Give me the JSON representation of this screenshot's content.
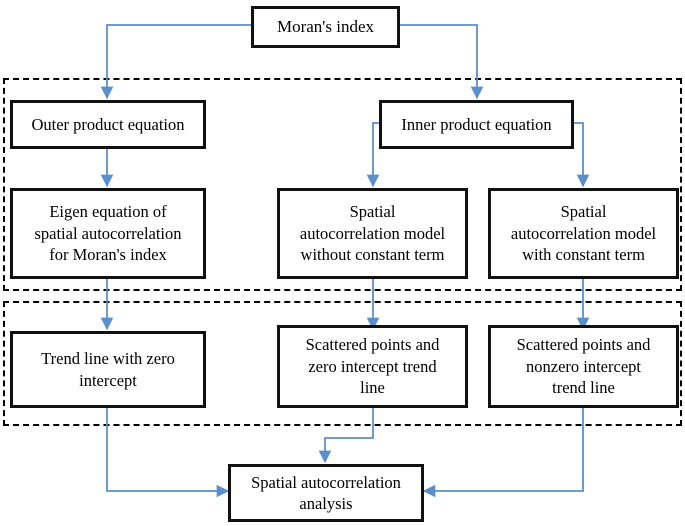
{
  "diagram": {
    "type": "flowchart",
    "title_node": "Moran's index",
    "accent_color": "#5b8fc9",
    "node_border_color": "#111111",
    "group_border_style": "dashed",
    "nodes": [
      {
        "id": "moran",
        "label": "Moran's index",
        "lines": [
          "Moran's index"
        ]
      },
      {
        "id": "outer",
        "label": "Outer product equation",
        "lines": [
          "Outer product equation"
        ]
      },
      {
        "id": "inner",
        "label": "Inner product equation",
        "lines": [
          "Inner product equation"
        ]
      },
      {
        "id": "eigen",
        "label": "Eigen equation of spatial autocorrelation for Moran's index",
        "lines": [
          "Eigen equation of",
          "spatial autocorrelation",
          "for Moran's index"
        ]
      },
      {
        "id": "model_wo",
        "label": "Spatial autocorrelation model without constant term",
        "lines": [
          "Spatial",
          "autocorrelation model",
          "without constant term"
        ]
      },
      {
        "id": "model_with",
        "label": "Spatial autocorrelation model with constant term",
        "lines": [
          "Spatial",
          "autocorrelation model",
          "with constant term"
        ]
      },
      {
        "id": "trend_zero",
        "label": "Trend line with zero intercept",
        "lines": [
          "Trend line with zero",
          "intercept"
        ]
      },
      {
        "id": "scatter_zero",
        "label": "Scattered points and zero intercept trend line",
        "lines": [
          "Scattered points and",
          "zero intercept trend",
          "line"
        ]
      },
      {
        "id": "scatter_nz",
        "label": "Scattered points and nonzero intercept trend line",
        "lines": [
          "Scattered points and",
          "nonzero intercept",
          "trend line"
        ]
      },
      {
        "id": "analysis",
        "label": "Spatial autocorrelation analysis",
        "lines": [
          "Spatial autocorrelation",
          "analysis"
        ]
      }
    ],
    "groups": [
      {
        "id": "group_models",
        "members": [
          "outer",
          "inner",
          "eigen",
          "model_wo",
          "model_with"
        ]
      },
      {
        "id": "group_visuals",
        "members": [
          "trend_zero",
          "scatter_zero",
          "scatter_nz"
        ]
      }
    ],
    "edges": [
      {
        "from": "moran",
        "to": "outer"
      },
      {
        "from": "moran",
        "to": "inner"
      },
      {
        "from": "outer",
        "to": "eigen"
      },
      {
        "from": "inner",
        "to": "model_wo"
      },
      {
        "from": "inner",
        "to": "model_with"
      },
      {
        "from": "eigen",
        "to": "trend_zero"
      },
      {
        "from": "model_wo",
        "to": "scatter_zero"
      },
      {
        "from": "model_with",
        "to": "scatter_nz"
      },
      {
        "from": "trend_zero",
        "to": "analysis"
      },
      {
        "from": "scatter_zero",
        "to": "analysis"
      },
      {
        "from": "scatter_nz",
        "to": "analysis"
      }
    ]
  }
}
